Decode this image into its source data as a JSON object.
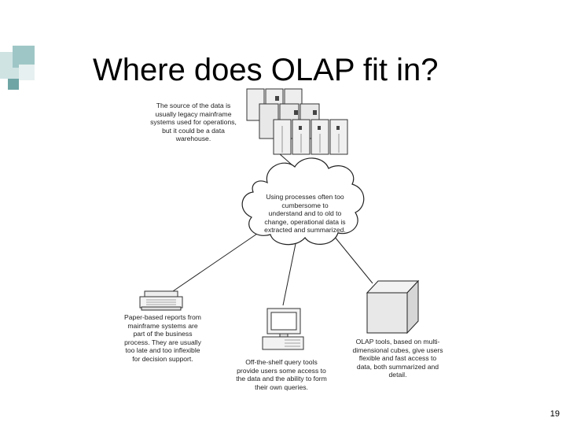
{
  "slide": {
    "title": "Where does OLAP fit in?",
    "page_number": "19"
  },
  "diagram": {
    "source": {
      "icon": "mainframe-servers-icon",
      "caption": [
        "The source of the data is",
        "usually legacy mainframe",
        "systems used for operations,",
        "but it could be a data",
        "warehouse."
      ]
    },
    "process": {
      "icon": "cloud-icon",
      "caption": [
        "Using processes often too",
        "cumbersome to",
        "understand and to old to",
        "change, operational data is",
        "extracted and summarized."
      ]
    },
    "outputs": [
      {
        "icon": "printer-icon",
        "caption": [
          "Paper-based reports from",
          "mainframe systems are",
          "part of the business",
          "process. They are usually",
          "too late and too inflexible",
          "for decision support."
        ]
      },
      {
        "icon": "computer-icon",
        "caption": [
          "Off-the-shelf query tools",
          "provide users some access to",
          "the data and the ability to form",
          "their own queries."
        ]
      },
      {
        "icon": "cube-icon",
        "caption": [
          "OLAP tools, based on multi-",
          "dimensional cubes, give users",
          "flexible and fast access to",
          "data, both summarized and",
          "detail."
        ]
      }
    ]
  },
  "colors": {
    "accent_light": "#cfe3e3",
    "accent_mid": "#9fc6c6",
    "accent_dark": "#6fa5a5",
    "line": "#222222"
  }
}
